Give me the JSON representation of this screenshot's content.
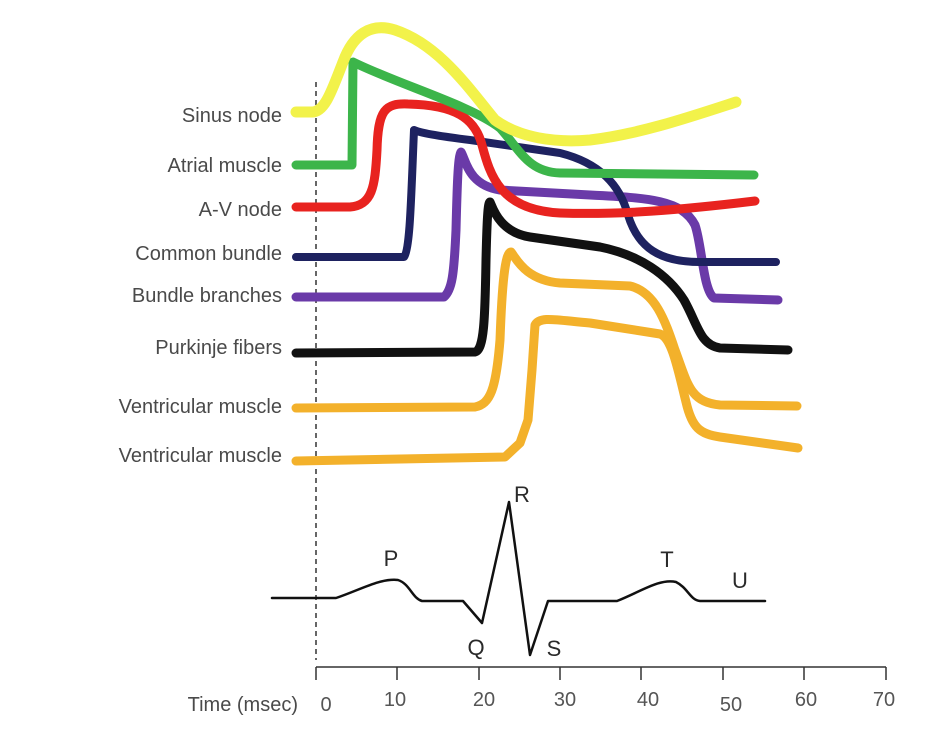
{
  "rows": [
    {
      "id": "sinus",
      "label": "Sinus node",
      "color": "#f2f24a"
    },
    {
      "id": "atrial",
      "label": "Atrial muscle",
      "color": "#3cb54a"
    },
    {
      "id": "av",
      "label": "A-V node",
      "color": "#e8231f"
    },
    {
      "id": "common",
      "label": "Common bundle",
      "color": "#1e2260"
    },
    {
      "id": "branches",
      "label": "Bundle branches",
      "color": "#6a3aa8"
    },
    {
      "id": "purkinje",
      "label": "Purkinje fibers",
      "color": "#111111"
    },
    {
      "id": "vent1",
      "label": "Ventricular muscle",
      "color": "#f3b12b"
    },
    {
      "id": "vent2",
      "label": "Ventricular muscle",
      "color": "#f3b12b"
    }
  ],
  "ecg": {
    "color": "#111111",
    "waves": [
      {
        "id": "P",
        "label": "P"
      },
      {
        "id": "Q",
        "label": "Q"
      },
      {
        "id": "R",
        "label": "R"
      },
      {
        "id": "S",
        "label": "S"
      },
      {
        "id": "T",
        "label": "T"
      },
      {
        "id": "U",
        "label": "U"
      }
    ]
  },
  "axis": {
    "title": "Time (msec)",
    "ticks": [
      "0",
      "10",
      "20",
      "30",
      "40",
      "50",
      "60",
      "70"
    ]
  }
}
